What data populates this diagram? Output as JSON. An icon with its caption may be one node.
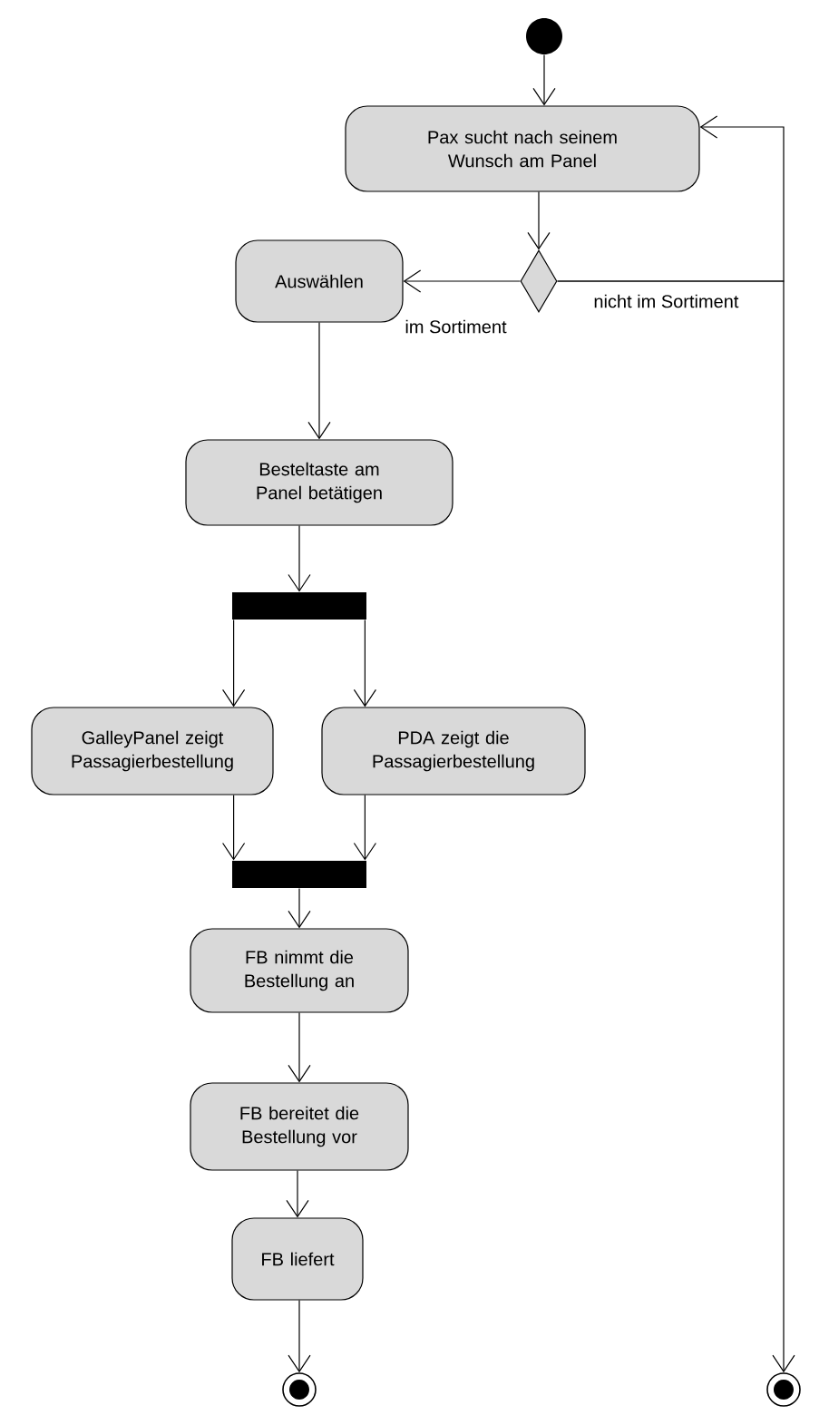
{
  "diagram": {
    "nodes": [
      {
        "text": [],
        "shape": "circle"
      },
      {
        "text": [
          "Pax sucht nach seinem Wunsch am Panel"
        ]
      },
      {
        "text": [],
        "shape": "diamond"
      },
      {
        "text": [
          "Auswählen"
        ]
      },
      {
        "text": [
          "Besteltaste am Panel betätigen"
        ]
      },
      {
        "text": [],
        "shape": "bar"
      },
      {
        "text": [
          "GalleyPanel zeigt Passagierbestellung"
        ]
      },
      {
        "text": [
          "PDA zeigt die Passagierbestellung"
        ]
      },
      {
        "text": [],
        "shape": "bar"
      },
      {
        "text": [
          "FB nimmt die Bestellung an"
        ]
      },
      {
        "text": [
          "FB bereitet die Bestellung vor"
        ]
      },
      {
        "text": [
          "FB liefert"
        ]
      },
      {
        "text": [],
        "shape": "circle"
      },
      {
        "text": [],
        "shape": "circle"
      }
    ],
    "edges": [
      {
        "from": 0,
        "to": 1,
        "arrow": "to"
      },
      {
        "from": 1,
        "to": 2,
        "arrow": "to"
      },
      {
        "from": 2,
        "to": 3,
        "arrow": "to",
        "label": "im Sortiment"
      },
      {
        "from": 2,
        "to": 1,
        "arrow": "to"
      },
      {
        "from": 2,
        "to": 13,
        "arrow": "to",
        "label": "nicht im Sortiment"
      },
      {
        "from": 3,
        "to": 4,
        "arrow": "to"
      },
      {
        "from": 4,
        "to": 5,
        "arrow": "to"
      },
      {
        "from": 5,
        "to": 6,
        "arrow": "to"
      },
      {
        "from": 5,
        "to": 7,
        "arrow": "to"
      },
      {
        "from": 6,
        "to": 8,
        "arrow": "to"
      },
      {
        "from": 7,
        "to": 8,
        "arrow": "to"
      },
      {
        "from": 8,
        "to": 9,
        "arrow": "to"
      },
      {
        "from": 9,
        "to": 10,
        "arrow": "to"
      },
      {
        "from": 10,
        "to": 11,
        "arrow": "to"
      },
      {
        "from": 11,
        "to": 12,
        "arrow": "to"
      }
    ]
  }
}
